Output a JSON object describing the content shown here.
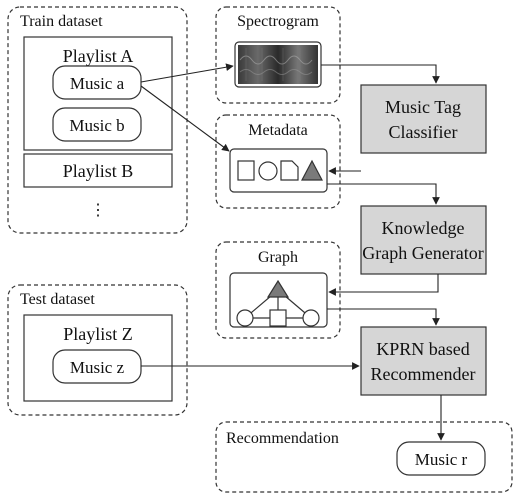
{
  "diagram": {
    "train_dataset": {
      "title": "Train dataset",
      "playlist_a": {
        "label": "Playlist A",
        "items": [
          "Music a",
          "Music b"
        ]
      },
      "playlist_b": {
        "label": "Playlist B"
      },
      "more": "⋮"
    },
    "spectrogram": {
      "title": "Spectrogram"
    },
    "metadata": {
      "title": "Metadata",
      "shapes": [
        "square",
        "circle",
        "document",
        "triangle"
      ]
    },
    "graph": {
      "title": "Graph"
    },
    "test_dataset": {
      "title": "Test dataset",
      "playlist_z": {
        "label": "Playlist Z",
        "items": [
          "Music z"
        ]
      }
    },
    "recommendation": {
      "title": "Recommendation",
      "item": "Music r"
    },
    "modules": {
      "tag_classifier": [
        "Music Tag",
        "Classifier"
      ],
      "kg_generator": [
        "Knowledge",
        "Graph Generator"
      ],
      "kprn": [
        "KPRN based",
        "Recommender"
      ]
    },
    "colors": {
      "module_fill": "#d6d6d6",
      "stroke": "#333333",
      "triangle_fill": "#7a7a7a"
    }
  }
}
